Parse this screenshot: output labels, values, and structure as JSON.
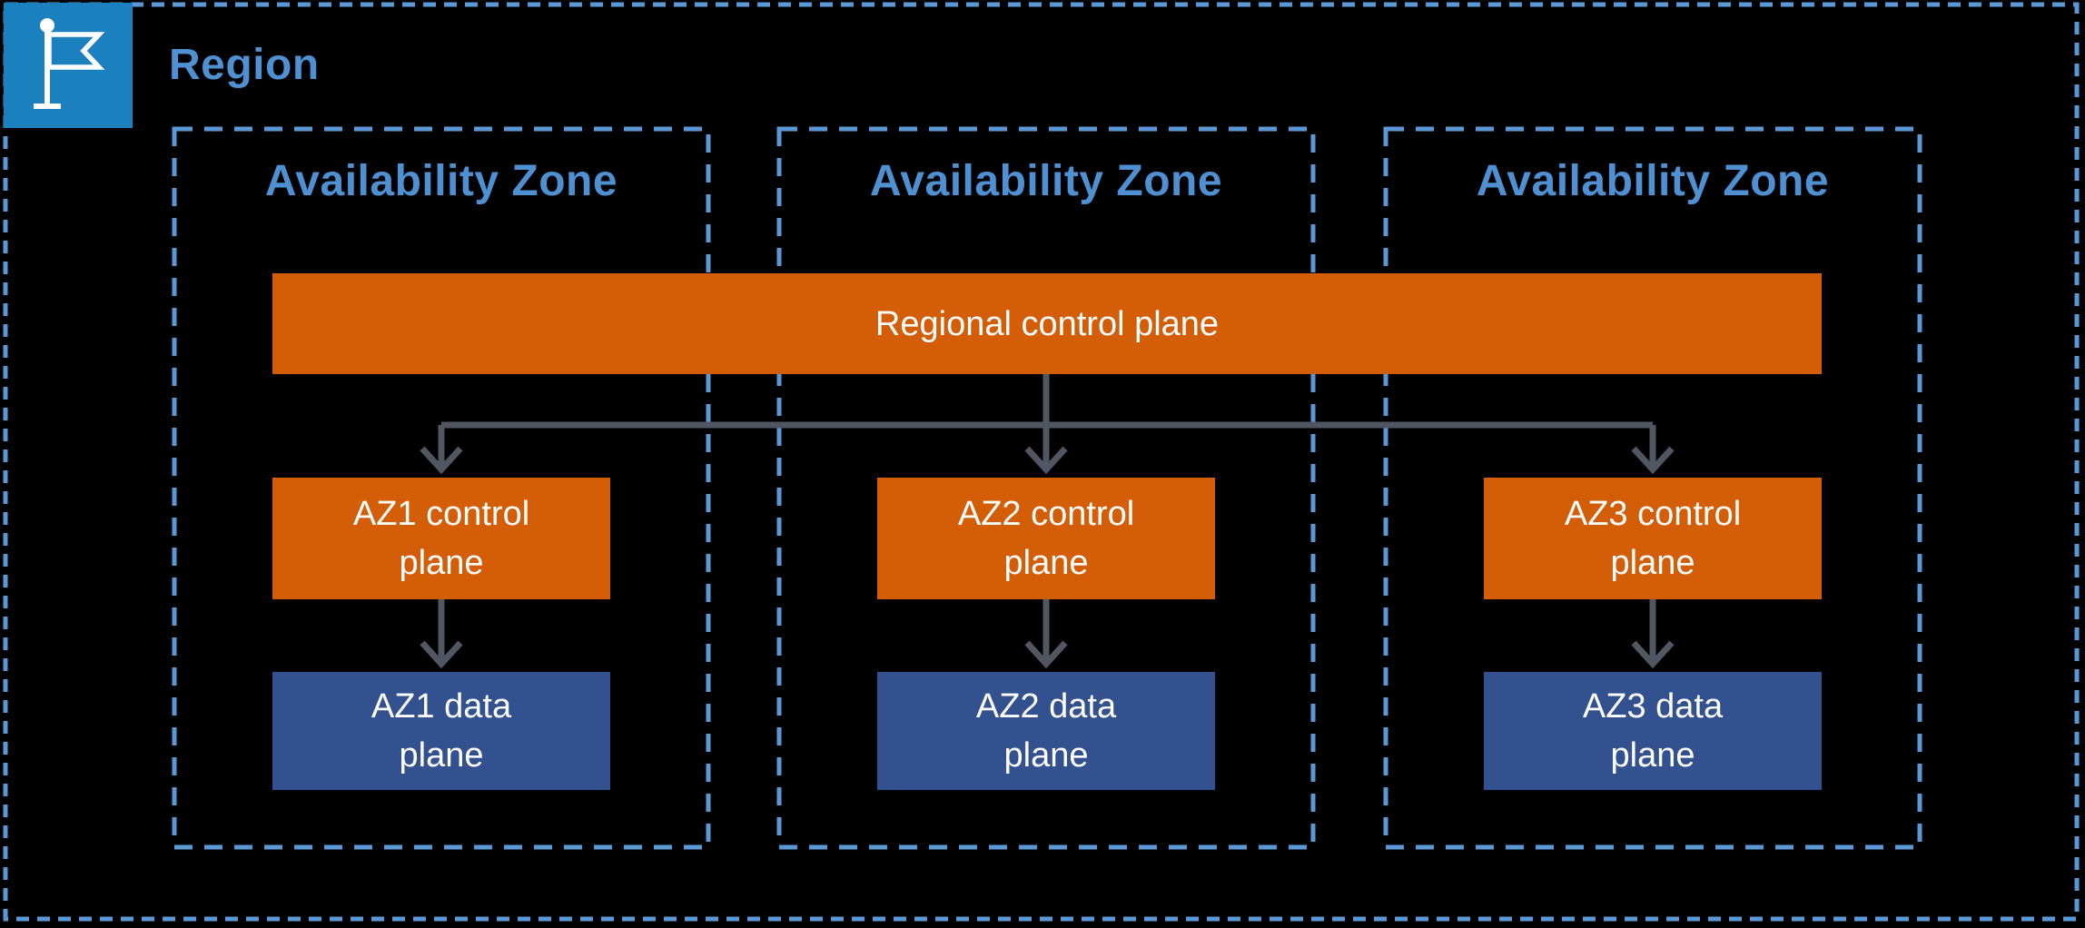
{
  "colors": {
    "background": "#000000",
    "dashed_border_blue": "#5B99D6",
    "label_blue": "#4E90D2",
    "control_plane_orange": "#D45D08",
    "data_plane_blue": "#33518E",
    "connector_gray": "#515762",
    "region_icon_blue": "#1A80BE",
    "box_text_white": "#FFFFFF"
  },
  "region": {
    "label": "Region",
    "icon": "region-flag-icon",
    "regional_control_plane": {
      "label": "Regional control plane"
    },
    "availability_zones": [
      {
        "label": "Availability Zone",
        "control_plane": "AZ1 control plane",
        "data_plane": "AZ1 data plane"
      },
      {
        "label": "Availability Zone",
        "control_plane": "AZ2 control plane",
        "data_plane": "AZ2 data plane"
      },
      {
        "label": "Availability Zone",
        "control_plane": "AZ3 control plane",
        "data_plane": "AZ3 data plane"
      }
    ]
  },
  "connections": [
    {
      "from": "Regional control plane",
      "to": "AZ1 control plane"
    },
    {
      "from": "Regional control plane",
      "to": "AZ2 control plane"
    },
    {
      "from": "Regional control plane",
      "to": "AZ3 control plane"
    },
    {
      "from": "AZ1 control plane",
      "to": "AZ1 data plane"
    },
    {
      "from": "AZ2 control plane",
      "to": "AZ2 data plane"
    },
    {
      "from": "AZ3 control plane",
      "to": "AZ3 data plane"
    }
  ]
}
